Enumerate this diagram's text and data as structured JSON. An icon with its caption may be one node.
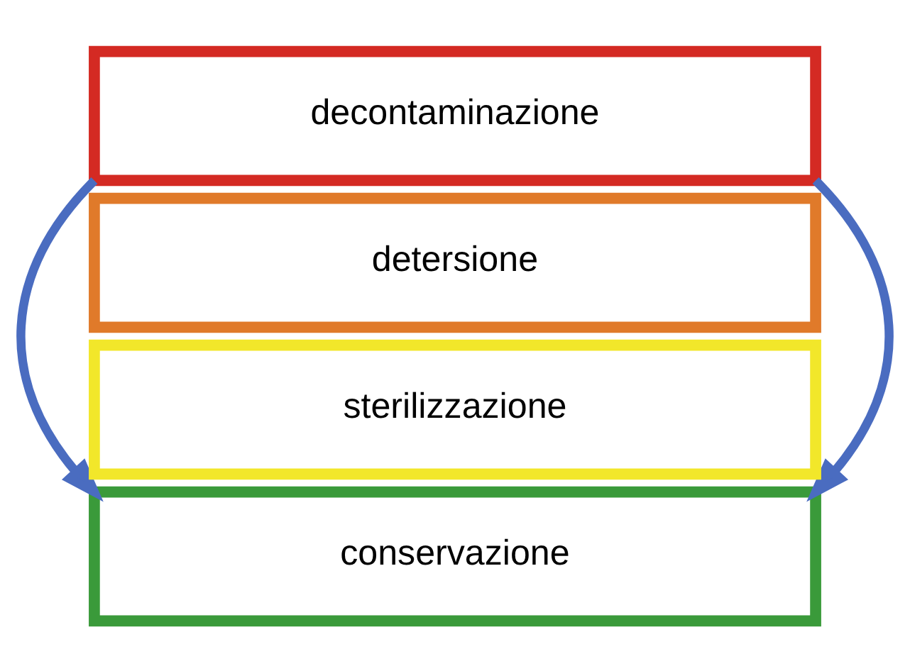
{
  "diagram": {
    "nodes": [
      {
        "text": [
          "decontaminazione"
        ]
      },
      {
        "text": [
          "detersione"
        ]
      },
      {
        "text": [
          "sterilizzazione"
        ]
      },
      {
        "text": [
          "conservazione"
        ]
      }
    ],
    "edges": [
      {
        "from": 0,
        "to": 3,
        "arrow": "to"
      },
      {
        "from": 0,
        "to": 3,
        "arrow": "to"
      }
    ]
  }
}
